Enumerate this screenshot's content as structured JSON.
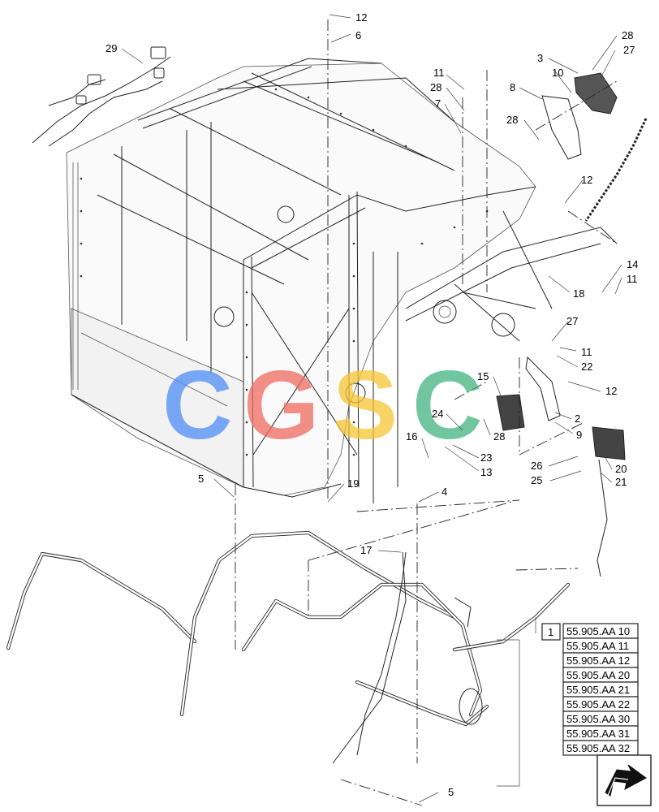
{
  "watermark": {
    "letters": [
      "C",
      "G",
      "S",
      "C"
    ],
    "colors": [
      "#4f8ef5",
      "#ef6b5e",
      "#f6c532",
      "#43b37f"
    ]
  },
  "callouts": {
    "c29": "29",
    "c12a": "12",
    "c6": "6",
    "c28a": "28",
    "c3": "3",
    "c27a": "27",
    "c10": "10",
    "c8": "8",
    "c11a": "11",
    "c28b": "28",
    "c7": "7",
    "c28c": "28",
    "c12b": "12",
    "c14": "14",
    "c11b": "11",
    "c18": "18",
    "c27b": "27",
    "c11c": "11",
    "c22": "22",
    "c12c": "12",
    "c15": "15",
    "c2": "2",
    "c24": "24",
    "c9": "9",
    "c16": "16",
    "c28d": "28",
    "c23": "23",
    "c13": "13",
    "c26": "26",
    "c20": "20",
    "c25": "25",
    "c21": "21",
    "c5a": "5",
    "c19": "19",
    "c4": "4",
    "c17": "17",
    "c1": "1",
    "c5b": "5"
  },
  "references": [
    "55.905.AA 10",
    "55.905.AA 11",
    "55.905.AA 12",
    "55.905.AA 20",
    "55.905.AA 21",
    "55.905.AA 22",
    "55.905.AA 30",
    "55.905.AA 31",
    "55.905.AA 32"
  ],
  "icons": {
    "nav": "next-page-arrow-icon"
  }
}
